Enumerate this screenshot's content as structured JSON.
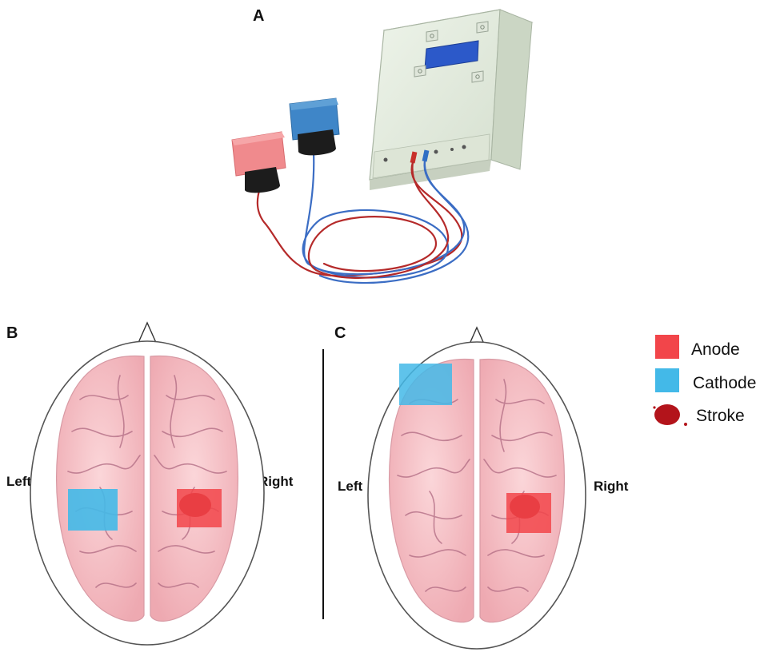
{
  "panels": {
    "a": {
      "label": "A"
    },
    "b": {
      "label": "B",
      "left": "Left",
      "right": "Right"
    },
    "c": {
      "label": "C",
      "left": "Left",
      "right": "Right"
    }
  },
  "legend": {
    "items": [
      {
        "label": "Anode",
        "color": "#f2454a"
      },
      {
        "label": "Cathode",
        "color": "#43b9e8"
      },
      {
        "label": "Stroke",
        "color": "#b3141b"
      }
    ]
  },
  "colors": {
    "anode": "#f2454a",
    "cathode": "#43b9e8",
    "stroke": "#b3141b",
    "brain": "#f7c3c8",
    "device": "#e6efe1",
    "display": "#2c59c9"
  },
  "icons": [
    "tdcs-device-icon",
    "anode-sponge-icon",
    "cathode-sponge-icon",
    "brain-icon",
    "nose-marker-icon"
  ]
}
